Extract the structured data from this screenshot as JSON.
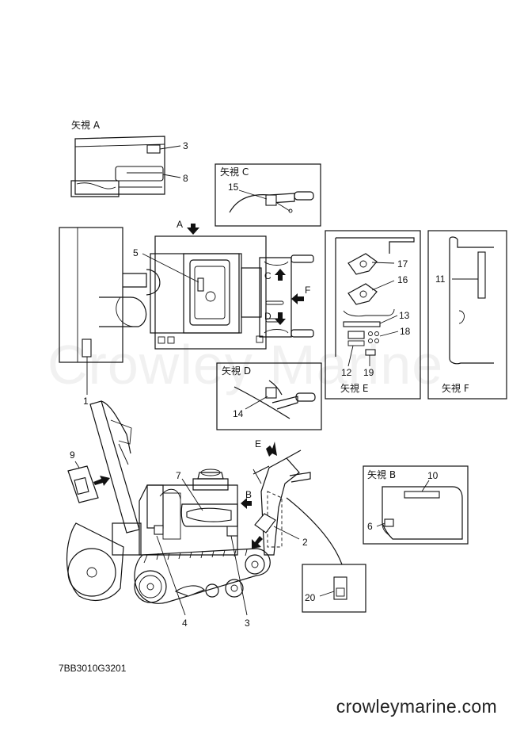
{
  "watermark": "Crowley Marine",
  "site_url": "crowleymarine.com",
  "drawing_code": "7BB3010G3201",
  "views": {
    "a": "矢視 A",
    "b": "矢視 B",
    "c": "矢視 C",
    "d": "矢視 D",
    "e": "矢視 E",
    "f": "矢視 F"
  },
  "arrow_letters": [
    "A",
    "B",
    "C",
    "D",
    "E",
    "F"
  ],
  "callouts": [
    "1",
    "2",
    "3",
    "4",
    "5",
    "6",
    "7",
    "8",
    "9",
    "10",
    "11",
    "12",
    "13",
    "14",
    "15",
    "16",
    "17",
    "18",
    "19",
    "20"
  ]
}
